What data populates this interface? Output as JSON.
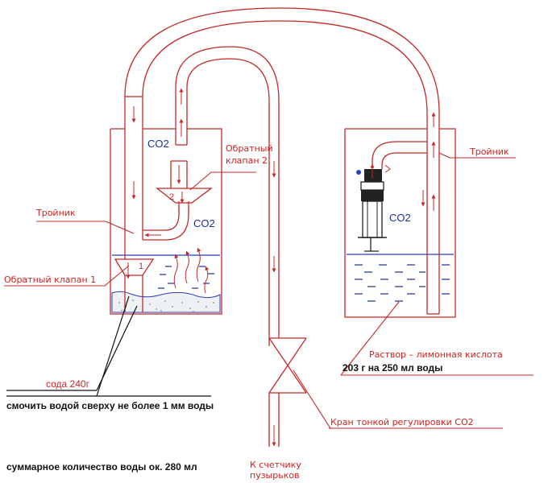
{
  "labels": {
    "co2_left_top": "CO2",
    "co2_left_mid": "CO2",
    "co2_right": "CO2",
    "check_valve_2": [
      "Обратный",
      "клапан 2"
    ],
    "check_valve_2_num": "2",
    "check_valve_1": "Обратный клапан 1",
    "check_valve_1_num": "1",
    "tee_left": "Тройник",
    "tee_right": "Тройник",
    "solution": [
      "Раствор – лимонная кислота",
      "203 г на 250 мл воды"
    ],
    "needle_valve": "Кран тонкой регулировки CO2",
    "counter": [
      "К счетчику",
      "пузырьков"
    ],
    "soda": "сода 240г",
    "wet": "смочить водой сверху не более 1 мм воды",
    "total_water": "суммарное количество воды ок. 280 мл"
  },
  "colors": {
    "pipe": "#c42828",
    "water_line": "#2b3fb8",
    "dash": "#1c2f96",
    "leader": "#c42828",
    "label_red": "#d22020",
    "label_blue": "#1b2f9a",
    "label_black": "#111111"
  }
}
